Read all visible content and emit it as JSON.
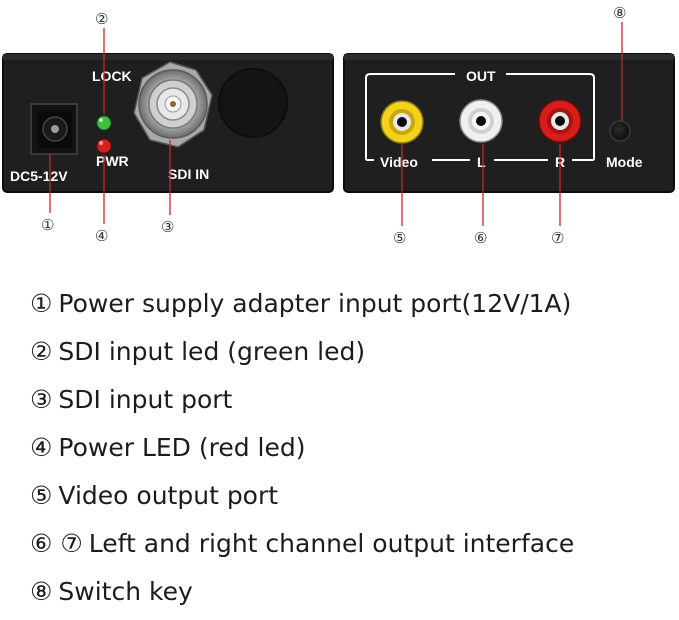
{
  "callouts": [
    "①",
    "②",
    "③",
    "④",
    "⑤",
    "⑥",
    "⑦",
    "⑧"
  ],
  "left_panel": {
    "dc_label": "DC5-12V",
    "lock_label": "LOCK",
    "pwr_label": "PWR",
    "sdi_label": "SDI IN"
  },
  "right_panel": {
    "out_label": "OUT",
    "video_label": "Video",
    "l_label": "L",
    "r_label": "R",
    "mode_label": "Mode"
  },
  "legend": [
    {
      "num": "①",
      "text": "Power supply adapter input port(12V/1A)"
    },
    {
      "num": "②",
      "text": "SDI input led (green led)"
    },
    {
      "num": "③",
      "text": "SDI input port"
    },
    {
      "num": "④",
      "text": "Power LED (red led)"
    },
    {
      "num": "⑤",
      "text": "Video output port"
    },
    {
      "num": "⑥ ⑦",
      "text": "Left and right channel output interface"
    },
    {
      "num": "⑧",
      "text": "Switch key"
    }
  ],
  "colors": {
    "panel": "#1f1f1f",
    "lock_led": "#3fbf3f",
    "pwr_led": "#d82020",
    "video_jack": "#f2d21a",
    "l_jack": "#f0f0f0",
    "r_jack": "#d81b1b"
  }
}
